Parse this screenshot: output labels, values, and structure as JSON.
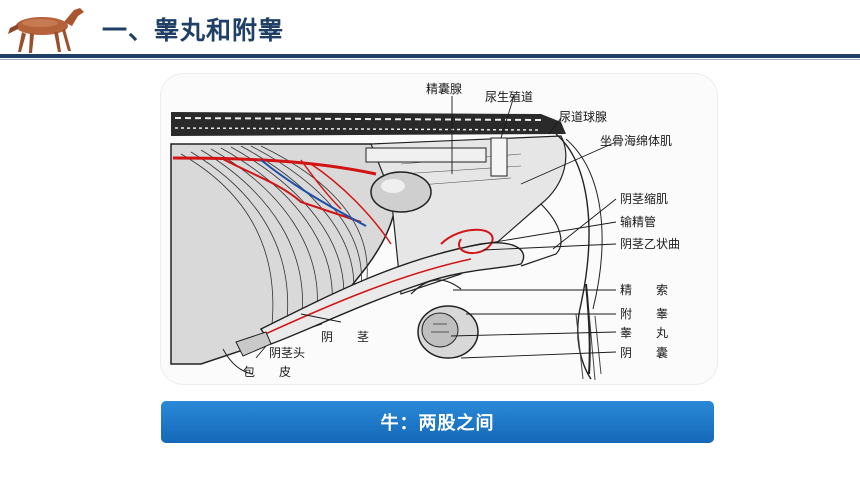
{
  "header": {
    "title": "一、睾丸和附睾"
  },
  "figure": {
    "labels": {
      "seminal_vesicle": "精囊腺",
      "urogenital_tract": "尿生殖道",
      "bulbourethral_gland": "尿道球腺",
      "ischiocavernosus": "坐骨海绵体肌",
      "retractor_penis": "阴茎缩肌",
      "vas_deferens": "输精管",
      "sigmoid_flexure": "阴茎乙状曲",
      "spermatic_cord": "精　　索",
      "epididymis": "附　　睾",
      "testis": "睾　　丸",
      "scrotum": "阴　　囊",
      "penis": "阴　　茎",
      "glans": "阴茎头",
      "prepuce": "包　　皮"
    }
  },
  "caption": {
    "text": "牛：两股之间"
  },
  "colors": {
    "title": "#1f3f66",
    "caption_bar": "#1b78c8",
    "artery": "#d21414",
    "vein": "#1b4fa8"
  }
}
